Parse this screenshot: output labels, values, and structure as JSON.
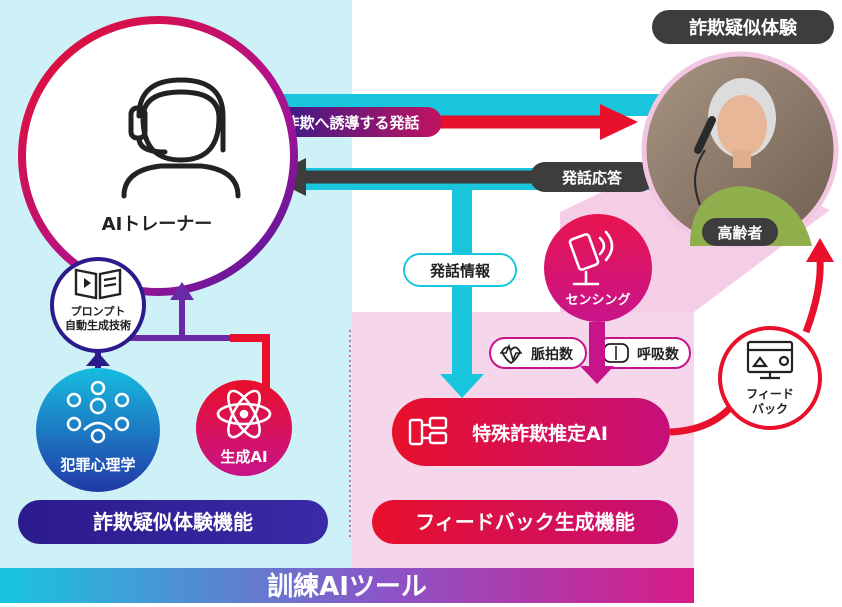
{
  "diagram": {
    "ai_trainer": {
      "label": "AIトレーナー"
    },
    "scam_simulation": {
      "title": "詐欺疑似体験",
      "person_label": "高齢者"
    },
    "arrows": {
      "induce_speech": "詐欺へ誘導する発話",
      "speech_response": "発話応答",
      "speech_info": "発話情報",
      "feedback": [
        "フィード",
        "バック"
      ]
    },
    "prompt_tech": [
      "プロンプト",
      "自動生成技術"
    ],
    "criminal_psychology": "犯罪心理学",
    "generative_ai": "生成AI",
    "sensing": "センシング",
    "pulse": "脈拍数",
    "respiration": "呼吸数",
    "fraud_ai": "特殊詐欺推定AI",
    "left_function": "詐欺疑似体験機能",
    "right_function": "フィードバック生成機能",
    "tool_name": "訓練AIツール"
  },
  "colors": {
    "cyan": "#19c6de",
    "light_cyan": "#cdf1f7",
    "magenta": "#d81b87",
    "pink": "#f6cde7",
    "red": "#e8102a",
    "navy": "#2b1b8c",
    "dark": "#3d3d3d"
  }
}
